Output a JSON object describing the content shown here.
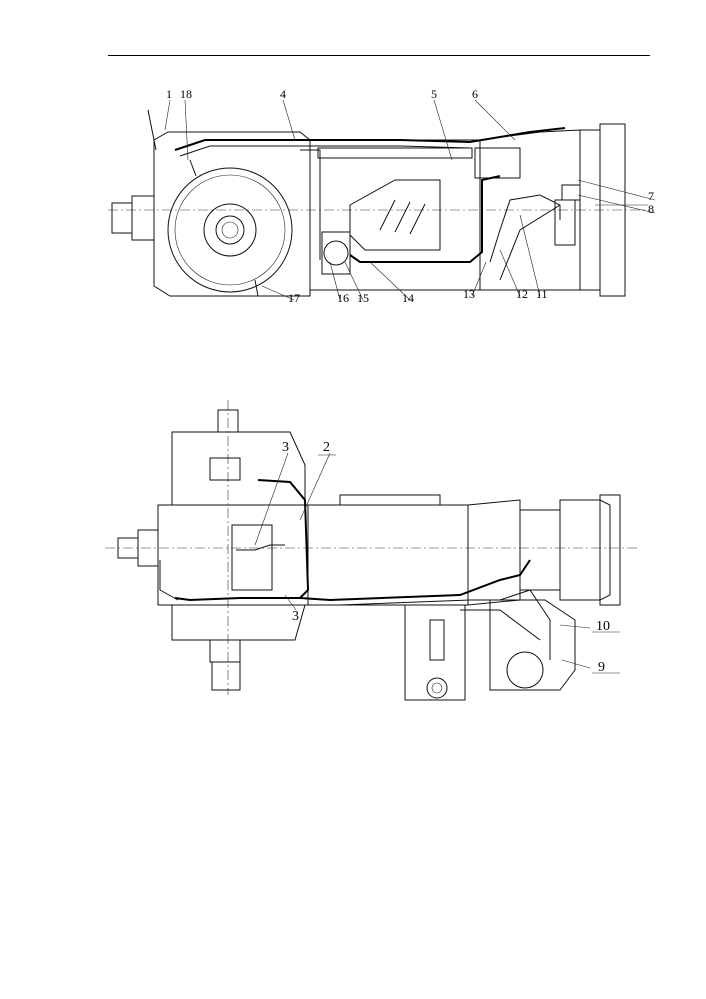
{
  "top_view": {
    "callouts": [
      "1",
      "18",
      "4",
      "5",
      "6",
      "7",
      "8",
      "11",
      "12",
      "13",
      "14",
      "15",
      "16",
      "17"
    ]
  },
  "plan_view": {
    "callouts": [
      "3",
      "2",
      "3",
      "10",
      "9"
    ]
  }
}
